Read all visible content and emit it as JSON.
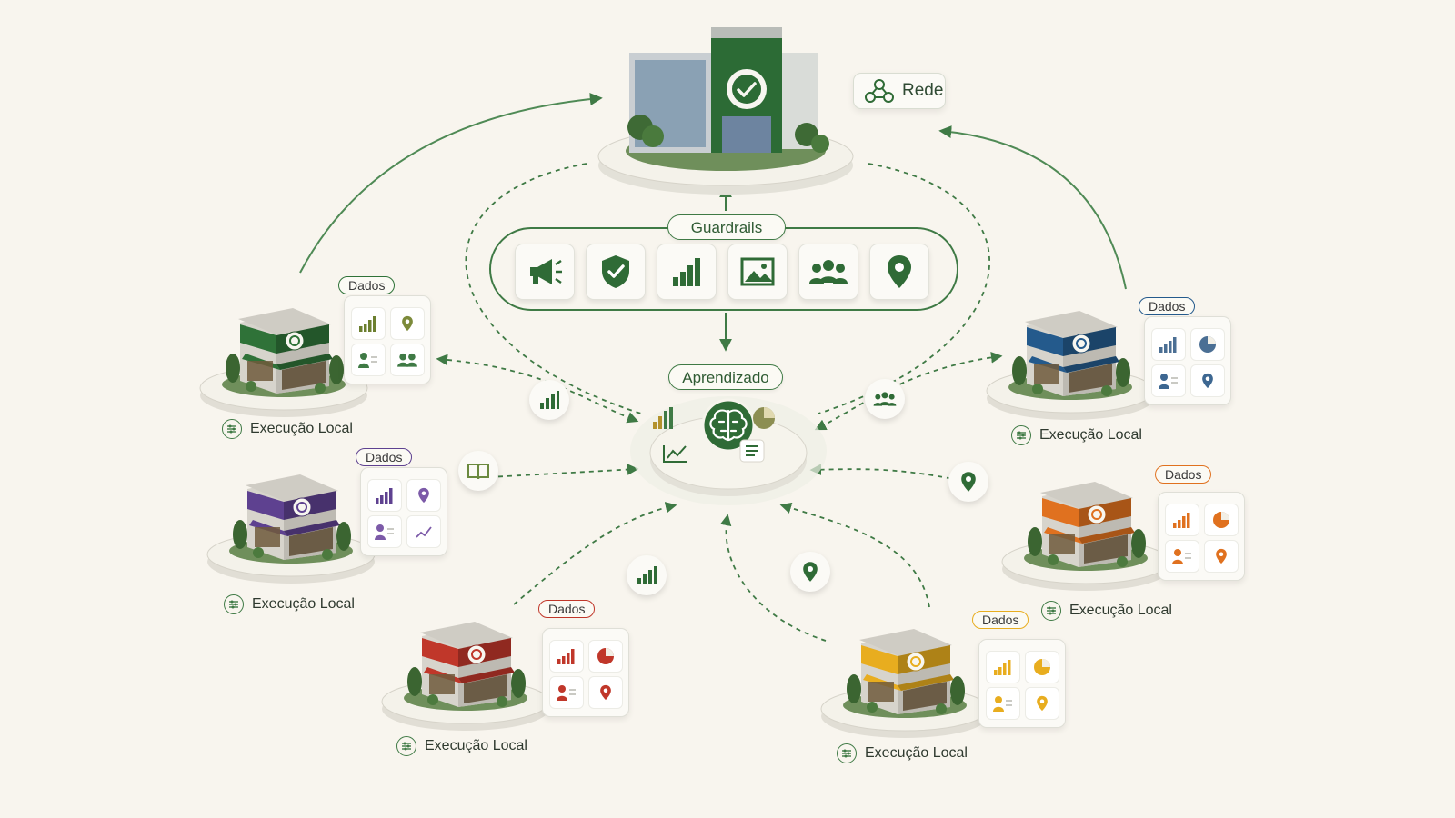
{
  "network": {
    "label": "Rede",
    "hq_icon": "check-network-logo",
    "guardrails": {
      "label": "Guardrails",
      "icons": [
        "megaphone-icon",
        "shield-check-icon",
        "bar-chart-icon",
        "image-icon",
        "group-icon",
        "location-pin-icon"
      ]
    },
    "learning": {
      "label": "Aprendizado",
      "icons": [
        "bar-chart-icon",
        "brain-icon",
        "pie-chart-icon",
        "line-chart-icon",
        "list-icon"
      ]
    }
  },
  "stores": [
    {
      "id": "green",
      "color": "#2f7238",
      "dados_label": "Dados",
      "exec_label": "Execução Local",
      "flow_icon": "bar-chart-icon"
    },
    {
      "id": "blue",
      "color": "#245a8c",
      "dados_label": "Dados",
      "exec_label": "Execução Local",
      "flow_icon": "group-icon"
    },
    {
      "id": "purple",
      "color": "#5e4190",
      "dados_label": "Dados",
      "exec_label": "Execução Local",
      "flow_icon": "book-icon"
    },
    {
      "id": "orange",
      "color": "#e0711f",
      "dados_label": "Dados",
      "exec_label": "Execução Local",
      "flow_icon": "location-pin-icon"
    },
    {
      "id": "red",
      "color": "#c0372a",
      "dados_label": "Dados",
      "exec_label": "Execução Local",
      "flow_icon": "bar-chart-icon"
    },
    {
      "id": "yellow",
      "color": "#e8ad1f",
      "dados_label": "Dados",
      "exec_label": "Execução Local",
      "flow_icon": "location-pin-icon"
    }
  ],
  "palette": {
    "accent": "#3f7a45",
    "background": "#f8f5ee"
  }
}
